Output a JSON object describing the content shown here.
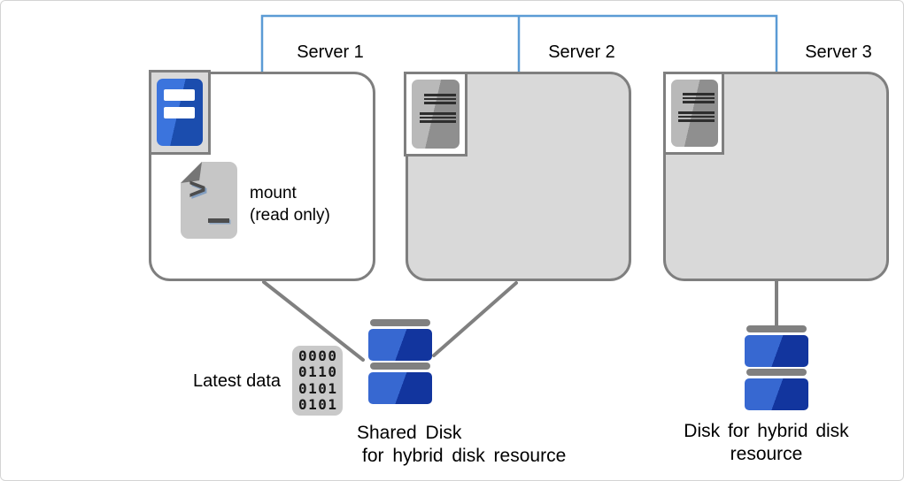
{
  "servers": [
    {
      "label": "Server 1",
      "state": "active"
    },
    {
      "label": "Server 2",
      "state": "standby"
    },
    {
      "label": "Server 3",
      "state": "standby"
    }
  ],
  "server1_note": {
    "line1": "mount",
    "line2": "(read only)"
  },
  "latest_data": {
    "label": "Latest data",
    "binary_rows": [
      "0000",
      "0110",
      "0101",
      "0101"
    ]
  },
  "shared_disk_label": {
    "line1": "Shared Disk",
    "line2": "for hybrid disk resource"
  },
  "hybrid_disk_label": {
    "line1": "Disk for hybrid disk",
    "line2": "resource"
  },
  "colors": {
    "network_line": "#5b9bd5",
    "connector_line": "#808080",
    "box_border": "#7f7f7f",
    "standby_fill": "#d9d9d9",
    "active_fill": "#ffffff",
    "tower_blue_light": "#3b74dd",
    "tower_blue_dark": "#1b4dae",
    "disk_blue_light": "#3768d1",
    "disk_blue_dark": "#12359e",
    "disk_cap_gray": "#808080"
  }
}
